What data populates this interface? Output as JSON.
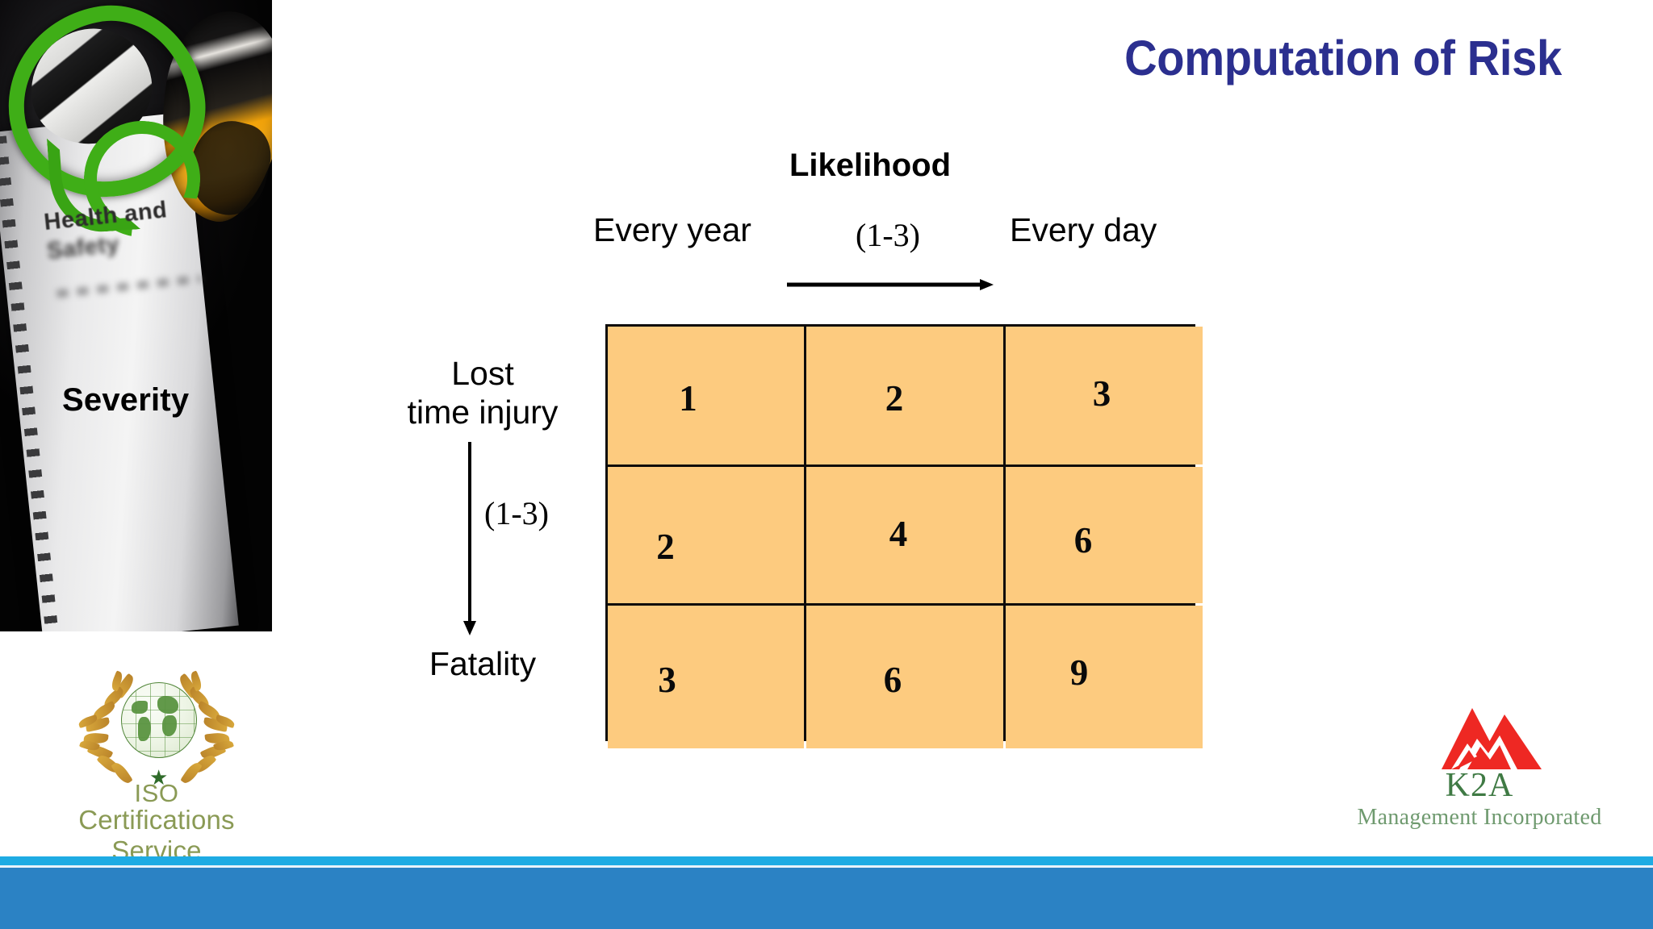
{
  "slide": {
    "title": "Computation of Risk",
    "title_color": "#2b2f8f",
    "background": "#ffffff"
  },
  "photo": {
    "alt_name": "health-and-safety-goggles-photo",
    "overlay_text_line1": "Health and",
    "overlay_text_line2": "Safety",
    "severity_label": "Severity"
  },
  "likelihood_axis": {
    "title": "Likelihood",
    "low_label": "Every year",
    "range": "(1-3)",
    "high_label": "Every day",
    "arrow": "right-arrow-icon"
  },
  "severity_axis": {
    "low_label_line1": "Lost",
    "low_label_line2": "time injury",
    "range": "(1-3)",
    "high_label": "Fatality",
    "arrow": "down-arrow-icon"
  },
  "matrix": {
    "cell_color": "#fdcb7f",
    "border_color": "#0c0b0b",
    "rows": [
      {
        "severity": 1,
        "cells": [
          "1",
          "2",
          "3"
        ]
      },
      {
        "severity": 2,
        "cells": [
          "2",
          "4",
          "6"
        ]
      },
      {
        "severity": 3,
        "cells": [
          "3",
          "6",
          "9"
        ]
      }
    ]
  },
  "chart_data": {
    "type": "heatmap",
    "title": "Computation of Risk",
    "xlabel": "Likelihood",
    "ylabel": "Severity",
    "x": [
      "Every year",
      "",
      "Every day"
    ],
    "y": [
      "Lost time injury",
      "",
      "Fatality"
    ],
    "x_range": "(1-3)",
    "y_range": "(1-3)",
    "values": [
      [
        1,
        2,
        3
      ],
      [
        2,
        4,
        6
      ],
      [
        3,
        6,
        9
      ]
    ],
    "cell_color": "#fdcb7f",
    "grid": true,
    "legend": "none"
  },
  "iso_logo": {
    "name": "ISO",
    "subtitle": "Certifications Service",
    "text_color": "#8a9a55",
    "globe_color": "#5a9340",
    "wreath_color": "#c9962f"
  },
  "k2a_logo": {
    "name": "K2A",
    "subtitle": "Management Incorporated",
    "mountain_color": "#ee2823",
    "text_color": "#3f7a44"
  },
  "footer": {
    "light_bar_color": "#1eabe3",
    "dark_bar_color": "#2b82c4"
  }
}
